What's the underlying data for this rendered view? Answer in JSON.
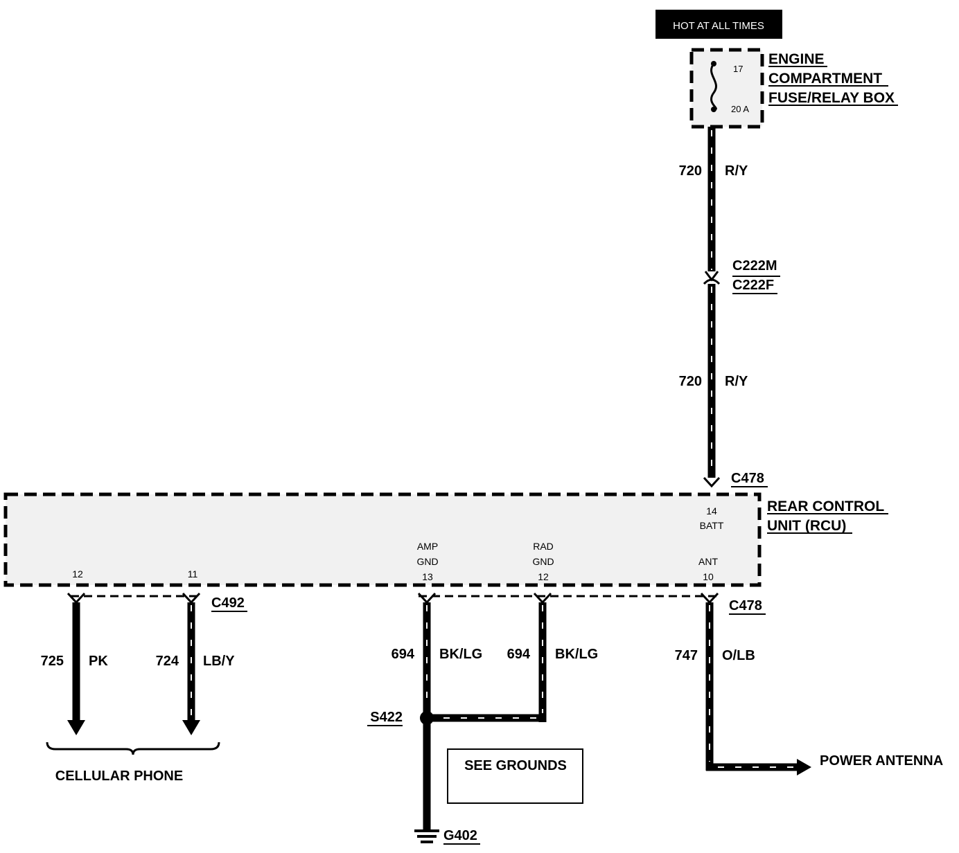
{
  "supply": {
    "hot_label": "HOT AT ALL TIMES",
    "fusebox_lines": [
      "ENGINE",
      "COMPARTMENT",
      "FUSE/RELAY BOX"
    ],
    "fuse_number": "17",
    "fuse_rating": "20 A"
  },
  "wires": {
    "feed_upper": {
      "circuit": "720",
      "color": "R/Y"
    },
    "feed_lower": {
      "circuit": "720",
      "color": "R/Y"
    },
    "phone_a": {
      "circuit": "725",
      "color": "PK"
    },
    "phone_b": {
      "circuit": "724",
      "color": "LB/Y"
    },
    "amp_gnd": {
      "circuit": "694",
      "color": "BK/LG"
    },
    "rad_gnd": {
      "circuit": "694",
      "color": "BK/LG"
    },
    "antenna": {
      "circuit": "747",
      "color": "O/LB"
    }
  },
  "connectors": {
    "c222m": "C222M",
    "c222f": "C222F",
    "c478_top": "C478",
    "c478_bottom": "C478",
    "c492": "C492",
    "s422": "S422",
    "g402": "G402"
  },
  "rcu": {
    "name_lines": [
      "REAR CONTROL",
      "UNIT (RCU)"
    ],
    "pins": {
      "batt": {
        "num": "14",
        "name": "BATT"
      },
      "ant": {
        "num": "10",
        "name": "ANT"
      },
      "amp_gnd": {
        "num": "13",
        "line1": "AMP",
        "line2": "GND"
      },
      "rad_gnd": {
        "num": "12",
        "line1": "RAD",
        "line2": "GND"
      },
      "phone_12": {
        "num": "12"
      },
      "phone_11": {
        "num": "11"
      }
    }
  },
  "destinations": {
    "cellular": "CELLULAR PHONE",
    "antenna": "POWER ANTENNA",
    "grounds": "SEE GROUNDS"
  },
  "colors": {
    "ink": "#000000",
    "paper": "#ffffff",
    "module_fill": "#f1f1f1"
  }
}
